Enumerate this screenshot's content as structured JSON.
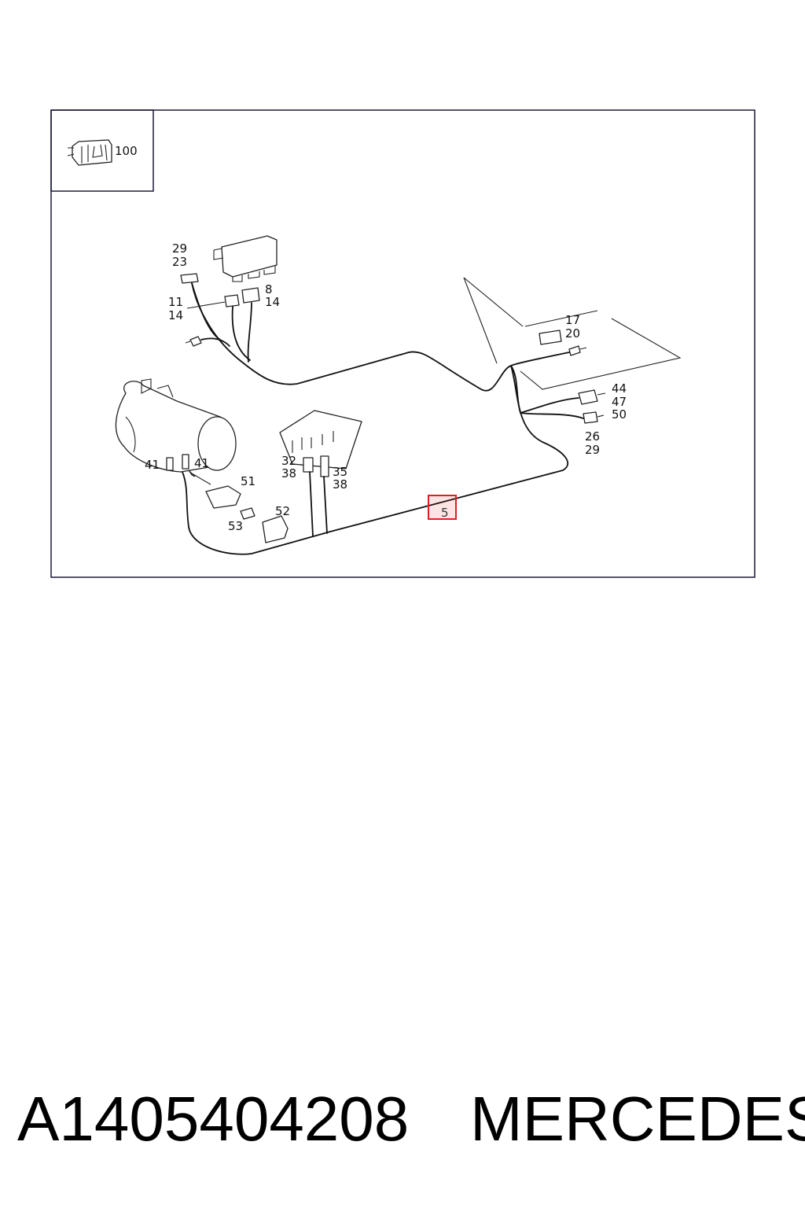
{
  "diagram": {
    "inset_label": "100",
    "labels": {
      "l29": "29",
      "l23": "23",
      "l11": "11",
      "l14a": "14",
      "l8": "8",
      "l14b": "14",
      "l17": "17",
      "l20": "20",
      "l44": "44",
      "l47": "47",
      "l50": "50",
      "l26": "26",
      "l29b": "29",
      "l41a": "41",
      "l41b": "41",
      "l51": "51",
      "l52": "52",
      "l53": "53",
      "l32": "32",
      "l38a": "38",
      "l35": "35",
      "l38b": "38"
    },
    "highlighted_label": "5",
    "highlight_color": "#e02020"
  },
  "footer": {
    "part_number": "A1405404208",
    "brand": "MERCEDES"
  }
}
